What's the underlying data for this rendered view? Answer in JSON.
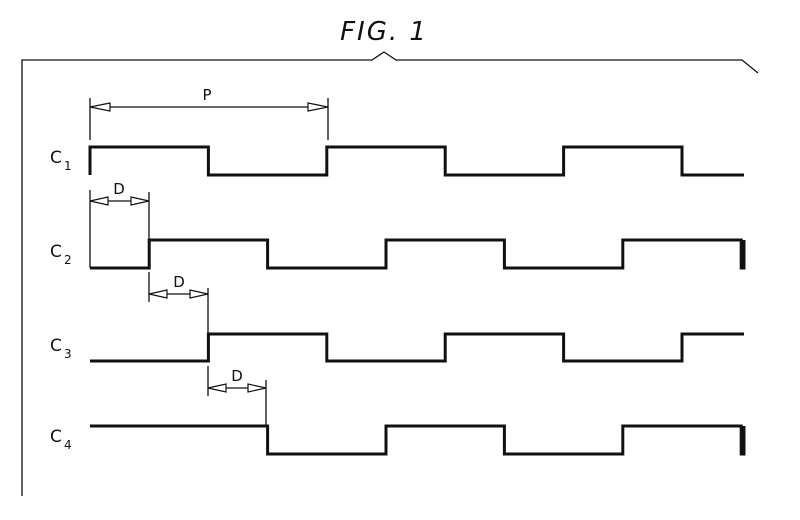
{
  "figure": {
    "title": "FIG. 1",
    "signals": [
      {
        "name": "C",
        "sub": "1",
        "delay_units": 0,
        "start_high": true
      },
      {
        "name": "C",
        "sub": "2",
        "delay_units": 1,
        "start_high": false
      },
      {
        "name": "C",
        "sub": "3",
        "delay_units": 2,
        "start_high": false
      },
      {
        "name": "C",
        "sub": "4",
        "delay_units": 3,
        "start_high": true
      }
    ],
    "period_label": "P",
    "delay_labels": [
      "D",
      "D",
      "D"
    ],
    "period_in_delays": 4
  }
}
